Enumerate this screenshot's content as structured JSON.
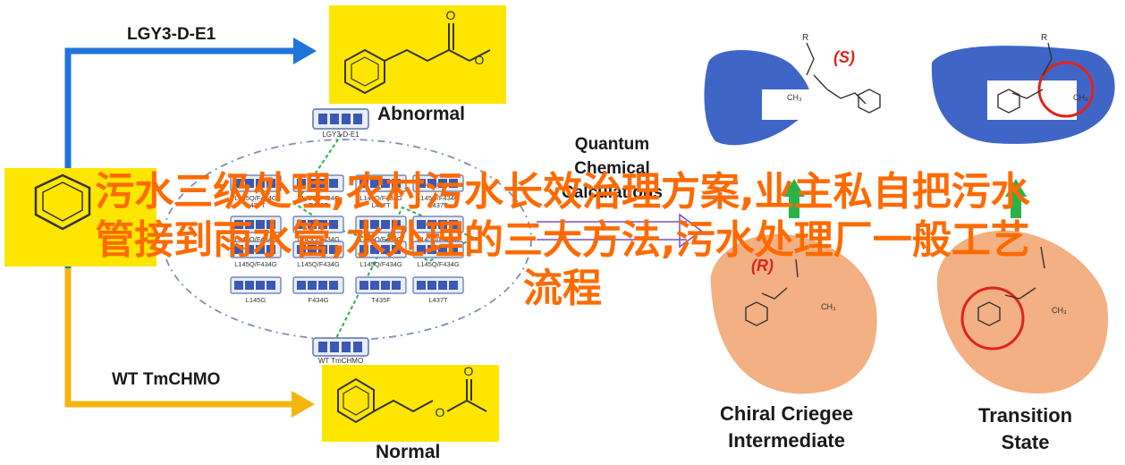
{
  "labels": {
    "top_enzyme": "LGY3-D-E1",
    "abnormal": "Abnormal",
    "wt": "WT TmCHMO",
    "normal": "Normal",
    "quantum": [
      "Quantum",
      "Chemical",
      "Calculations"
    ],
    "chiral": [
      "Chiral Criegee",
      "Intermediate"
    ],
    "transition": [
      "Transition",
      "State"
    ],
    "chip_top": "LGY3-D-E1",
    "chip_bottom": "WT TmCHMO",
    "s_config": "(S)",
    "r_config": "(R)"
  },
  "mutants": [
    [
      "L145Q/F434G",
      "L145Q/F434G",
      "L145Q/F434G",
      "L145Q/F434G"
    ],
    [
      "L145Q/F434G",
      "L145Q/F434G",
      "L145Q/F434G",
      "L145Q/F434G"
    ],
    [
      "L145Q/F434G",
      "L145Q/F434G",
      "L145Q/F434G",
      "L145Q/F434G"
    ],
    [
      "L145G",
      "F434G",
      "T435F",
      "L437T"
    ]
  ],
  "mutant_sublabels": [
    "L437T",
    "T435F",
    "L437T",
    "L437T"
  ],
  "molecule_atoms": {
    "o": "O",
    "r": "R",
    "ch3": "CH₃"
  },
  "overlay_lines": [
    "污水三级处理,农村污水长效治理方案,业主私自把污水",
    "管接到雨水管,水处理的三大方法,污水处理厂一般工艺",
    "流程"
  ],
  "colors": {
    "blue_arrow": "#1e74d9",
    "yellow_arrow": "#f5b50f",
    "highlight": "#ffe600",
    "pocket_blue": "#3f66c7",
    "pocket_peach": "#f2b083",
    "green": "#2ab24a",
    "red": "#e0231c",
    "overlay": "#ff6a00"
  }
}
